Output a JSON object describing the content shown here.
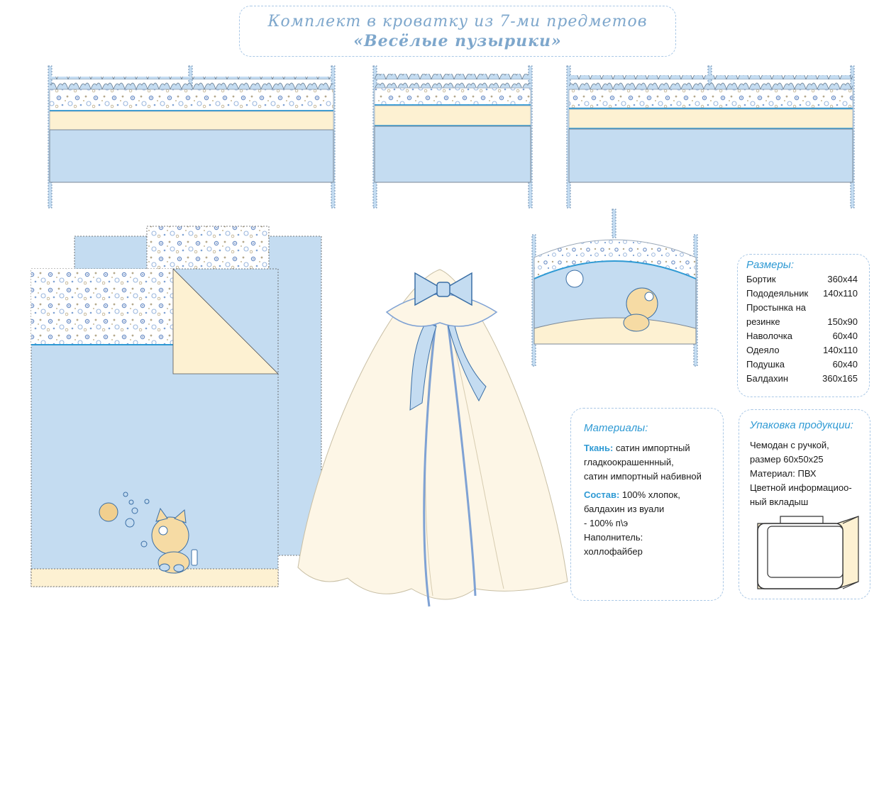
{
  "title": {
    "line1": "Комплект в кроватку из 7-ми предметов",
    "line2": "«Весёлые пузырики»"
  },
  "colors": {
    "blue": "#c4dcf1",
    "cream": "#fdf1d2",
    "accent": "#2f9ad4",
    "dash": "#aac8e6"
  },
  "sizes": {
    "heading": "Размеры:",
    "rows": [
      {
        "name": "Бортик",
        "value": "360х44"
      },
      {
        "name": "Пододеяльник",
        "value": "140х110"
      },
      {
        "name": "Простынка на",
        "value": ""
      },
      {
        "name": "резинке",
        "value": "150х90"
      },
      {
        "name": "Наволочка",
        "value": "60х40"
      },
      {
        "name": "Одеяло",
        "value": "140х110"
      },
      {
        "name": "Подушка",
        "value": "60х40"
      },
      {
        "name": "Балдахин",
        "value": "360х165"
      }
    ]
  },
  "materials": {
    "heading": "Материалы:",
    "fabric_label": "Ткань:",
    "fabric_l1": " сатин импортный",
    "fabric_l2": "гладкоокрашеннный,",
    "fabric_l3": "сатин импортный набивной",
    "comp_label": "Состав:",
    "comp_l1": " 100% хлопок,",
    "comp_l2": "балдахин из вуали",
    "comp_l3": "- 100% п\\э",
    "filler_l1": "Наполнитель:",
    "filler_l2": "холлофайбер"
  },
  "packaging": {
    "heading": "Упаковка продукции:",
    "l1": "Чемодан с ручкой,",
    "l2": "размер 60х50х25",
    "l3": "Материал: ПВХ",
    "l4": "Цветной информациоо-",
    "l5": "ный вкладыш",
    "icon": "suitcase-icon"
  }
}
